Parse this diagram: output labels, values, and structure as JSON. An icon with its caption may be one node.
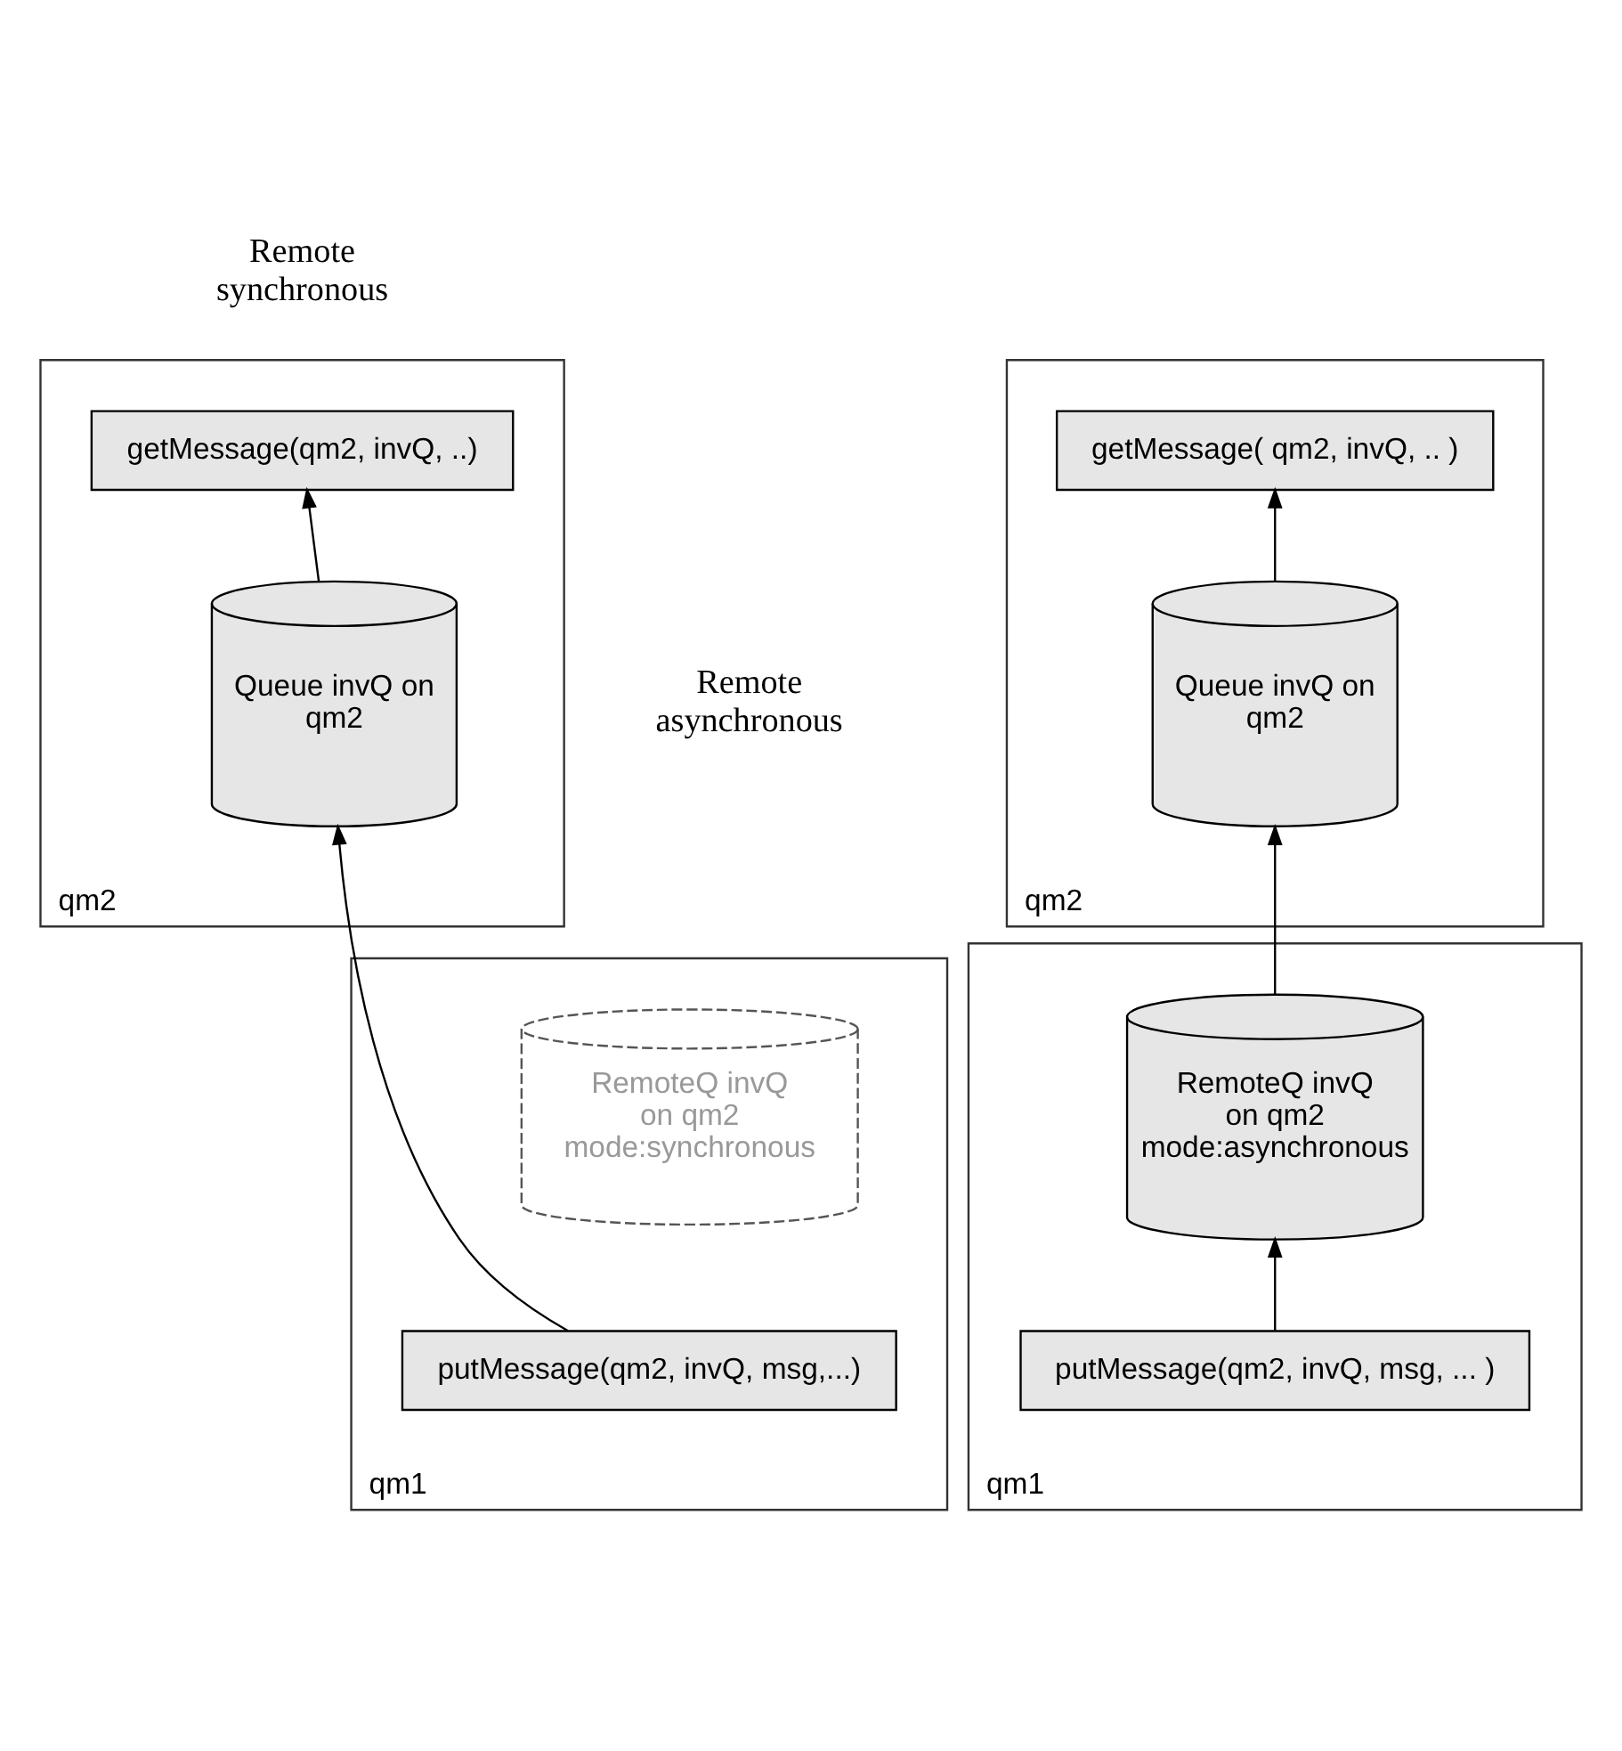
{
  "diagram": {
    "nodes": [
      {
        "text": [
          "qm2"
        ]
      },
      {
        "text": [
          "getMessage(qm2, invQ, ..)"
        ],
        "in": 0
      },
      {
        "text": [
          "Queue invQ on qm2"
        ],
        "in": 0
      },
      {
        "text": [
          "qm1"
        ]
      },
      {
        "text": [
          "RemoteQ invQ on qm2 mode:synchronous"
        ],
        "in": 3
      },
      {
        "text": [
          "putMessage(qm2, invQ, msg,...)"
        ],
        "in": 3
      },
      {
        "text": [
          "qm2"
        ]
      },
      {
        "text": [
          "getMessage( qm2, invQ, .. )"
        ],
        "in": 6
      },
      {
        "text": [
          "Queue invQ on qm2"
        ],
        "in": 6
      },
      {
        "text": [
          "qm1"
        ]
      },
      {
        "text": [
          "RemoteQ invQ on qm2 mode:asynchronous"
        ],
        "in": 9
      },
      {
        "text": [
          "putMessage(qm2, invQ, msg, ... )"
        ],
        "in": 9
      }
    ],
    "edges": [
      {
        "from": 2,
        "to": 1,
        "arrow": "to"
      },
      {
        "from": 5,
        "to": 2,
        "arrow": "to"
      },
      {
        "from": 8,
        "to": 7,
        "arrow": "to"
      },
      {
        "from": 10,
        "to": 8,
        "arrow": "to"
      },
      {
        "from": 11,
        "to": 10,
        "arrow": "to"
      }
    ],
    "labels": [
      "Remote synchronous",
      "Remote asynchronous"
    ]
  }
}
